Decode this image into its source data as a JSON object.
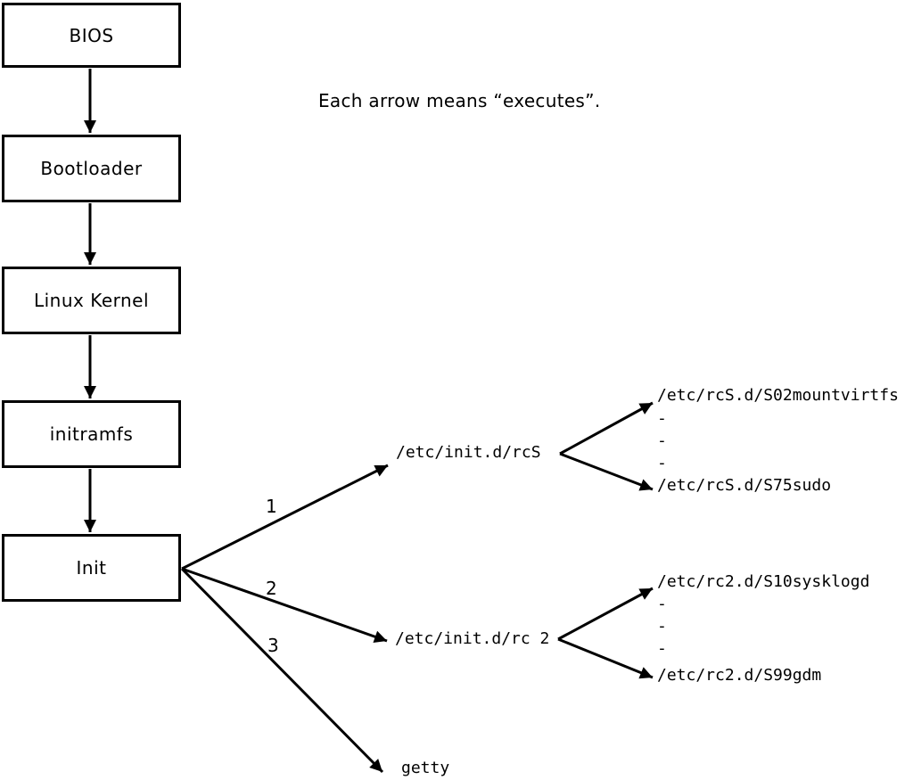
{
  "caption": "Each arrow means “executes”.",
  "chain": [
    {
      "label": "BIOS"
    },
    {
      "label": "Bootloader"
    },
    {
      "label": "Linux Kernel"
    },
    {
      "label": "initramfs"
    },
    {
      "label": "Init"
    }
  ],
  "init_branches": [
    {
      "number": "1",
      "target": "/etc/init.d/rcS"
    },
    {
      "number": "2",
      "target": "/etc/init.d/rc 2"
    },
    {
      "number": "3",
      "target": "getty"
    }
  ],
  "rcS_scripts": {
    "first": "/etc/rcS.d/S02mountvirtfs",
    "ellipsis": [
      "-",
      "-",
      "-"
    ],
    "last": "/etc/rcS.d/S75sudo"
  },
  "rc2_scripts": {
    "first": "/etc/rc2.d/S10sysklogd",
    "ellipsis": [
      "-",
      "-",
      "-"
    ],
    "last": "/etc/rc2.d/S99gdm"
  },
  "colors": {
    "stroke": "#000000",
    "background": "#ffffff"
  }
}
